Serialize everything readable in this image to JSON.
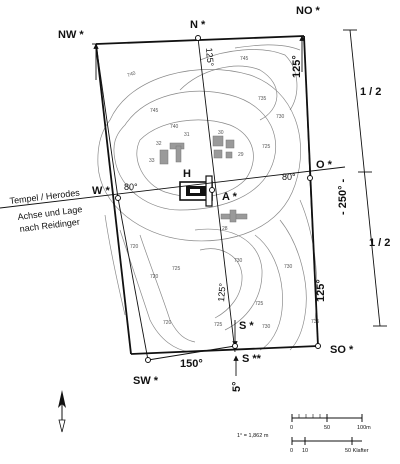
{
  "corners": {
    "nw": "NW *",
    "n": "N *",
    "no": "NO *",
    "w": "W *",
    "o": "O *",
    "sw": "SW *",
    "s": "S *",
    "s2": "S **",
    "so": "SO *",
    "a": "A *",
    "h": "H"
  },
  "angles": {
    "top_right": "125°",
    "top_center": "125°",
    "left_w": "80°",
    "right_o": "80°",
    "bottom_center": "125°",
    "right_bottom": "125°",
    "bottom_left": "150°",
    "south": "5°",
    "east_side": "- 250° -"
  },
  "dimensions": {
    "upper_half": "1 / 2",
    "lower_half": "1 / 2"
  },
  "axis_labels": {
    "line1": "Tempel / Herodes",
    "line2": "Achse und Lage",
    "line3": "nach Reidinger"
  },
  "buildings": [
    "31",
    "32",
    "33",
    "30",
    "29",
    "28"
  ],
  "contours": [
    "740",
    "745",
    "740",
    "745",
    "735",
    "730",
    "725",
    "720",
    "725",
    "730",
    "725",
    "730",
    "720",
    "725",
    "730",
    "735",
    "720"
  ],
  "scale": {
    "meters": {
      "ticks": [
        "0",
        "50",
        "100m"
      ]
    },
    "klafter": {
      "ticks": [
        "0",
        "10",
        "50 Klafter"
      ]
    },
    "note": "1° = 1,862 m"
  }
}
